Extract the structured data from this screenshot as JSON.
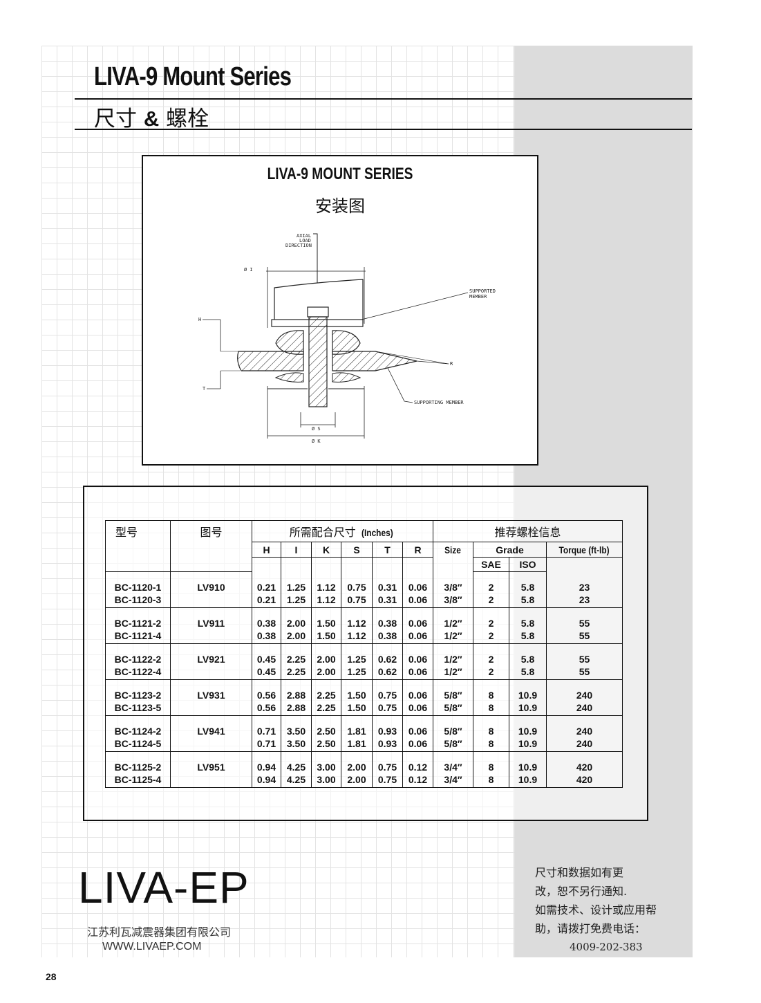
{
  "header": {
    "title_en": "LIVA-9 Mount Series",
    "title_cn_a": "尺寸",
    "title_cn_amp": "&",
    "title_cn_b": "螺栓"
  },
  "diagram": {
    "title": "LIVA-9 MOUNT SERIES",
    "subtitle": "安装图",
    "labels": {
      "axial1": "AXIAL",
      "axial2": "LOAD",
      "axial3": "DIRECTION",
      "phi_i": "Ø I",
      "supported1": "SUPPORTED",
      "supported2": "MEMBER",
      "h": "H",
      "t": "T",
      "r": "R",
      "supporting": "SUPPORTING MEMBER",
      "phi_s": "Ø S",
      "phi_k": "Ø K"
    }
  },
  "table": {
    "head": {
      "model": "型号",
      "drawing": "图号",
      "dims": "所需配合尺寸",
      "dims_unit": "(Inches)",
      "bolt": "推荐螺栓信息",
      "h": "H",
      "i": "I",
      "k": "K",
      "s": "S",
      "t": "T",
      "r": "R",
      "size": "Size",
      "grade": "Grade",
      "torque": "Torque (ft-lb)",
      "sae": "SAE",
      "iso": "ISO"
    },
    "groups": [
      {
        "drawing": "LV910",
        "rows": [
          {
            "model": "BC-1120-1",
            "h": "0.21",
            "i": "1.25",
            "k": "1.12",
            "s": "0.75",
            "t": "0.31",
            "r": "0.06",
            "size": "3/8″",
            "sae": "2",
            "iso": "5.8",
            "torque": "23"
          },
          {
            "model": "BC-1120-3",
            "h": "0.21",
            "i": "1.25",
            "k": "1.12",
            "s": "0.75",
            "t": "0.31",
            "r": "0.06",
            "size": "3/8″",
            "sae": "2",
            "iso": "5.8",
            "torque": "23"
          }
        ]
      },
      {
        "drawing": "LV911",
        "rows": [
          {
            "model": "BC-1121-2",
            "h": "0.38",
            "i": "2.00",
            "k": "1.50",
            "s": "1.12",
            "t": "0.38",
            "r": "0.06",
            "size": "1/2″",
            "sae": "2",
            "iso": "5.8",
            "torque": "55"
          },
          {
            "model": "BC-1121-4",
            "h": "0.38",
            "i": "2.00",
            "k": "1.50",
            "s": "1.12",
            "t": "0.38",
            "r": "0.06",
            "size": "1/2″",
            "sae": "2",
            "iso": "5.8",
            "torque": "55"
          }
        ]
      },
      {
        "drawing": "LV921",
        "rows": [
          {
            "model": "BC-1122-2",
            "h": "0.45",
            "i": "2.25",
            "k": "2.00",
            "s": "1.25",
            "t": "0.62",
            "r": "0.06",
            "size": "1/2″",
            "sae": "2",
            "iso": "5.8",
            "torque": "55"
          },
          {
            "model": "BC-1122-4",
            "h": "0.45",
            "i": "2.25",
            "k": "2.00",
            "s": "1.25",
            "t": "0.62",
            "r": "0.06",
            "size": "1/2″",
            "sae": "2",
            "iso": "5.8",
            "torque": "55"
          }
        ]
      },
      {
        "drawing": "LV931",
        "rows": [
          {
            "model": "BC-1123-2",
            "h": "0.56",
            "i": "2.88",
            "k": "2.25",
            "s": "1.50",
            "t": "0.75",
            "r": "0.06",
            "size": "5/8″",
            "sae": "8",
            "iso": "10.9",
            "torque": "240"
          },
          {
            "model": "BC-1123-5",
            "h": "0.56",
            "i": "2.88",
            "k": "2.25",
            "s": "1.50",
            "t": "0.75",
            "r": "0.06",
            "size": "5/8″",
            "sae": "8",
            "iso": "10.9",
            "torque": "240"
          }
        ]
      },
      {
        "drawing": "LV941",
        "rows": [
          {
            "model": "BC-1124-2",
            "h": "0.71",
            "i": "3.50",
            "k": "2.50",
            "s": "1.81",
            "t": "0.93",
            "r": "0.06",
            "size": "5/8″",
            "sae": "8",
            "iso": "10.9",
            "torque": "240"
          },
          {
            "model": "BC-1124-5",
            "h": "0.71",
            "i": "3.50",
            "k": "2.50",
            "s": "1.81",
            "t": "0.93",
            "r": "0.06",
            "size": "5/8″",
            "sae": "8",
            "iso": "10.9",
            "torque": "240"
          }
        ]
      },
      {
        "drawing": "LV951",
        "rows": [
          {
            "model": "BC-1125-2",
            "h": "0.94",
            "i": "4.25",
            "k": "3.00",
            "s": "2.00",
            "t": "0.75",
            "r": "0.12",
            "size": "3/4″",
            "sae": "8",
            "iso": "10.9",
            "torque": "420"
          },
          {
            "model": "BC-1125-4",
            "h": "0.94",
            "i": "4.25",
            "k": "3.00",
            "s": "2.00",
            "t": "0.75",
            "r": "0.12",
            "size": "3/4″",
            "sae": "8",
            "iso": "10.9",
            "torque": "420"
          }
        ]
      }
    ]
  },
  "footer": {
    "logo": "LIVA-EP",
    "company": "江苏利瓦减震器集团有限公司",
    "website": "WWW.LIVAEP.COM",
    "note_lines": [
      "尺寸和数据如有更",
      "改，恕不另行通知.",
      "如需技术、设计或应用帮",
      "助，请拨打免费电话："
    ],
    "phone": "4009-202-383",
    "page_number": "28"
  }
}
